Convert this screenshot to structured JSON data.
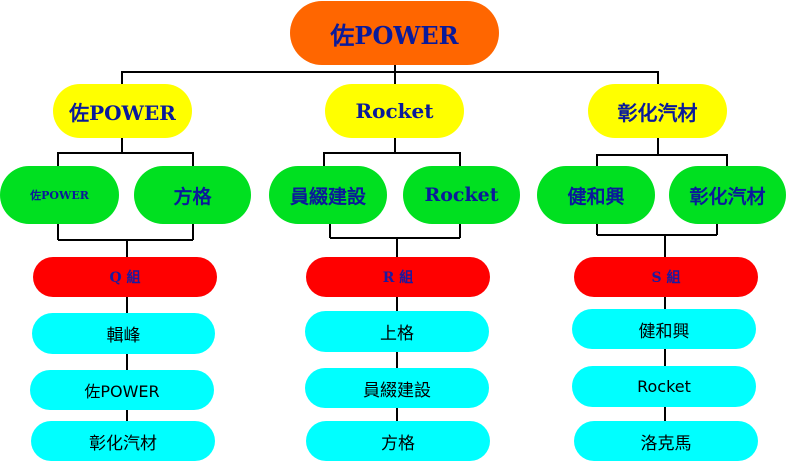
{
  "root": {
    "label": "佐POWER"
  },
  "columns": [
    {
      "label": "佐POWER",
      "children": [
        "佐POWER",
        "方格"
      ],
      "group": "Q 組",
      "members": [
        "輯峰",
        "佐POWER",
        "彰化汽材"
      ]
    },
    {
      "label": "Rocket",
      "children": [
        "員綴建設",
        "Rocket"
      ],
      "group": "R 組",
      "members": [
        "上格",
        "員綴建設",
        "方格"
      ]
    },
    {
      "label": "彰化汽材",
      "children": [
        "健和興",
        "彰化汽材"
      ],
      "group": "S 組",
      "members": [
        "健和興",
        "Rocket",
        "洛克馬"
      ]
    }
  ],
  "colors": {
    "root": "#ff6600",
    "level1": "#ffff00",
    "level2": "#00e020",
    "group": "#ff0000",
    "member": "#00ffff",
    "text": "#0a1a9a",
    "connector": "#000000"
  }
}
